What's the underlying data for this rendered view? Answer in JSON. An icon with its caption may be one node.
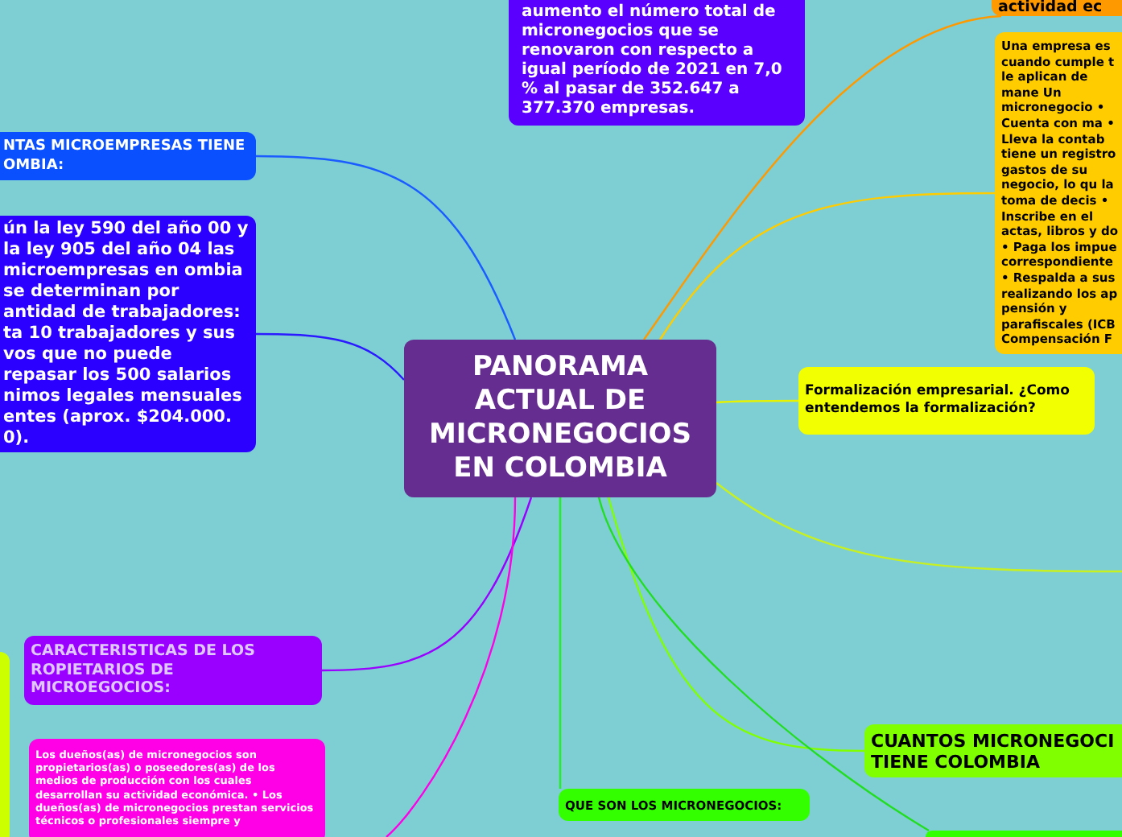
{
  "diagram": {
    "nodes": [
      {
        "text": [
          "PANORAMA ACTUAL DE MICRONEGOCIOS EN COLOMBIA"
        ]
      },
      {
        "text": [
          "NTAS MICROEMPRESAS TIENE OMBIA:"
        ]
      },
      {
        "text": [
          "ún la ley 590 del año 00 y la ley 905 del año 04 las microempresas en ombia se determinan por antidad de trabajadores: ta 10 trabajadores y sus vos que no puede repasar los 500 salarios nimos legales mensuales entes (aprox. $204.000. 0)."
        ]
      },
      {
        "text": [
          "aumento el número total de micronegocios que se renovaron con respecto a igual período de 2021 en 7,0 % al pasar de 352.647 a 377.370 empresas."
        ]
      },
      {
        "text": [
          "actividad ec"
        ]
      },
      {
        "text": [
          "Una empresa es cuando cumple t le aplican de mane Un micronegocio • Cuenta con ma • Lleva la contab tiene un registro gastos de su negocio, lo qu la toma de decis • Inscribe en el actas, libros y do • Paga los impue correspondiente • Respalda a sus realizando los ap pensión y parafiscales (ICB Compensación F"
        ]
      },
      {
        "text": [
          "Formalización empresarial. ¿Como entendemos la formalización?"
        ]
      },
      {
        "text": [
          "CARACTERISTICAS DE LOS ROPIETARIOS DE MICROEGOCIOS:"
        ]
      },
      {
        "text": [
          "Los dueños(as) de micronegocios son propietarios(as) o poseedores(as) de los medios de producción con los cuales desarrollan su actividad económica. • Los dueños(as) de micronegocios prestan servicios técnicos o profesionales siempre y"
        ]
      },
      {
        "text": [
          "CUANTOS MICRONEGOCI TIENE COLOMBIA"
        ]
      },
      {
        "text": [
          "QUE SON LOS MICRONEGOCIOS:"
        ]
      },
      {
        "text": [],
        "shape": "bar"
      },
      {
        "text": [],
        "shape": "box"
      }
    ],
    "edges": [
      {
        "from": 0,
        "to": 1,
        "arrow": "none",
        "color": "#1a5cff"
      },
      {
        "from": 0,
        "to": 2,
        "arrow": "none",
        "color": "#2b1aff"
      },
      {
        "from": 0,
        "to": 4,
        "arrow": "none",
        "color": "#ff9900"
      },
      {
        "from": 0,
        "to": 5,
        "arrow": "none",
        "color": "#ffcc00"
      },
      {
        "from": 0,
        "to": 6,
        "arrow": "none",
        "color": "#e6f200"
      },
      {
        "from": 0,
        "to": null,
        "arrow": "none",
        "color": "#c8f020"
      },
      {
        "from": 0,
        "to": 7,
        "arrow": "none",
        "color": "#9900ff"
      },
      {
        "from": 0,
        "to": null,
        "arrow": "none",
        "color": "#ff00e6"
      },
      {
        "from": 0,
        "to": 10,
        "arrow": "none",
        "color": "#22ee22"
      },
      {
        "from": 0,
        "to": 9,
        "arrow": "none",
        "color": "#80ff00"
      },
      {
        "from": 0,
        "to": 12,
        "arrow": "none",
        "color": "#22dd22"
      }
    ]
  }
}
